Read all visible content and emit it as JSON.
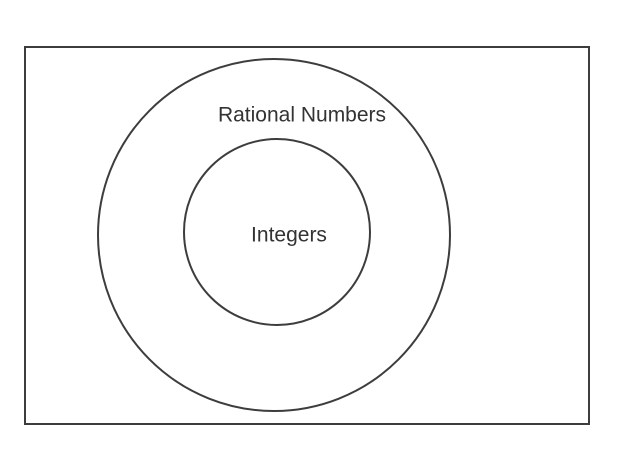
{
  "diagram": {
    "type": "euler-subset-diagram",
    "outer_set": {
      "label": "Rational Numbers"
    },
    "inner_set": {
      "label": "Integers"
    }
  },
  "colors": {
    "stroke": "#3d3d3d",
    "text": "#333333",
    "background": "#ffffff"
  }
}
